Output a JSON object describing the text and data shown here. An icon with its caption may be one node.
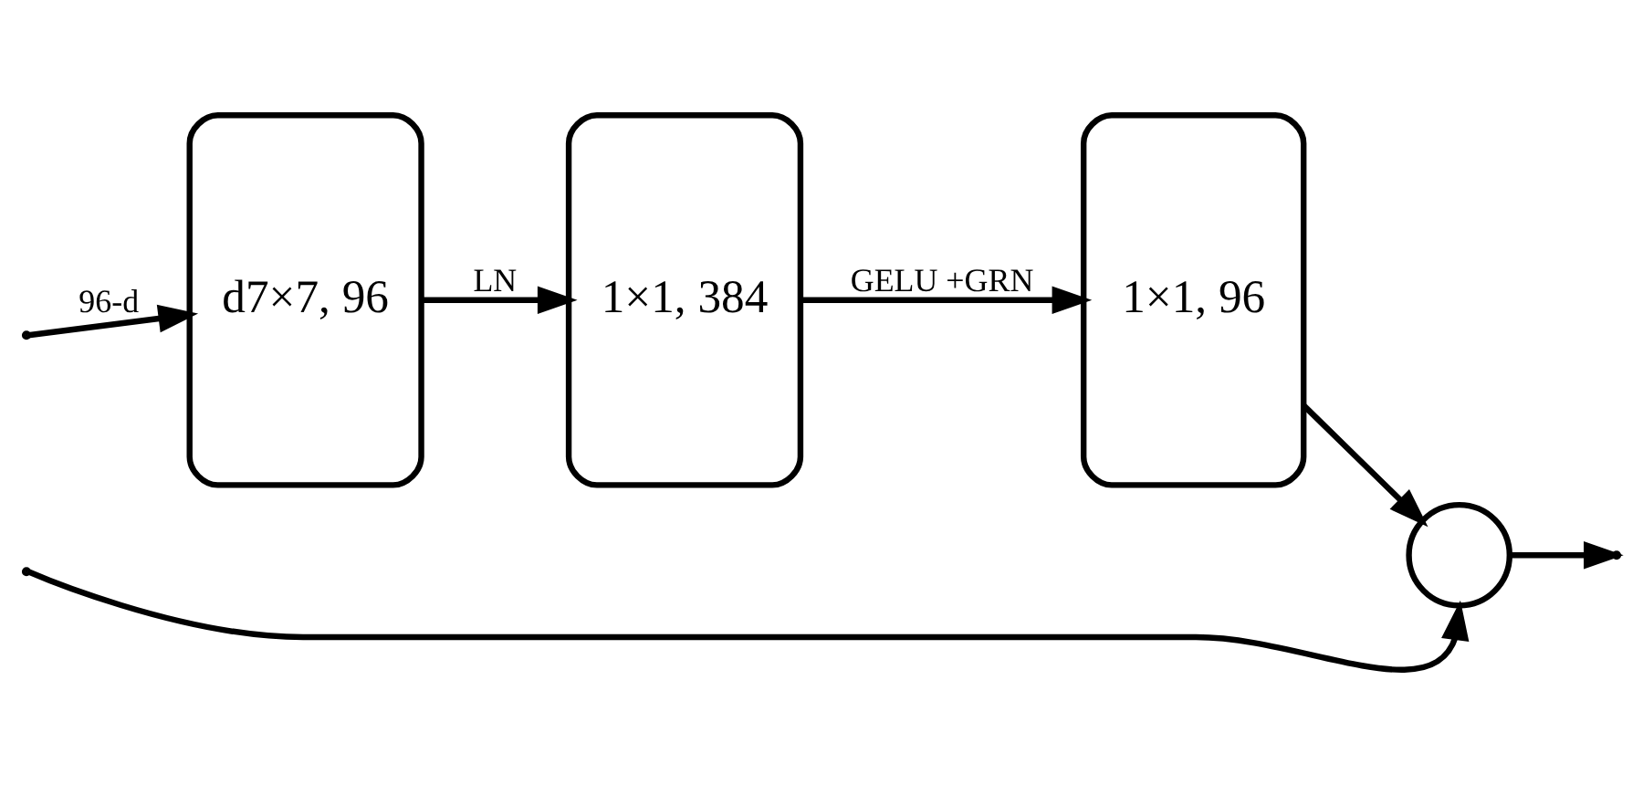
{
  "diagram": {
    "nodes": [
      {
        "text": [
          "d7×7, 96"
        ]
      },
      {
        "text": [
          "1×1, 384"
        ]
      },
      {
        "text": [
          "1×1, 96"
        ]
      },
      {
        "text": [],
        "shape": "circle"
      }
    ],
    "edges": [
      {
        "from": null,
        "to": 0,
        "arrow": "to",
        "label": "96-d"
      },
      {
        "from": 0,
        "to": 1,
        "arrow": "to",
        "label": "LN"
      },
      {
        "from": 1,
        "to": 2,
        "arrow": "to",
        "label": "GELU +GRN"
      },
      {
        "from": 2,
        "to": 3,
        "arrow": "to"
      },
      {
        "from": null,
        "to": 3,
        "arrow": "to"
      },
      {
        "from": 3,
        "to": null,
        "arrow": "to"
      }
    ]
  }
}
